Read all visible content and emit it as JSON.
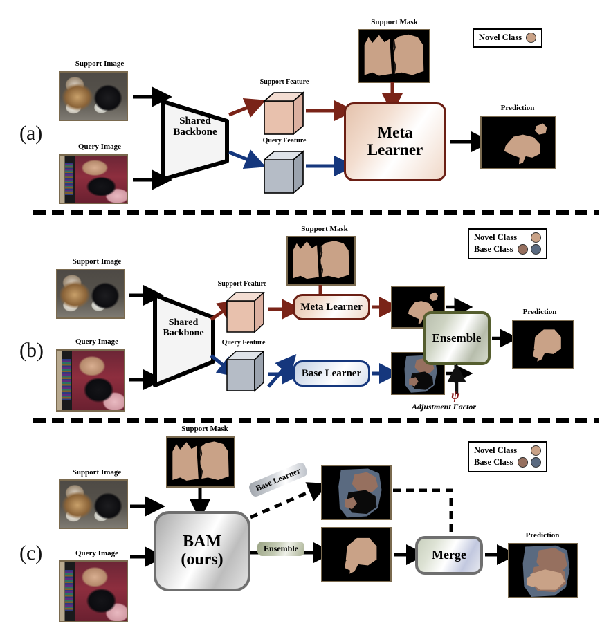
{
  "figure": {
    "panels": [
      {
        "id": "a",
        "label": "(a)",
        "captions": {
          "support_image": "Support Image",
          "query_image": "Query Image",
          "support_feature": "Support Feature",
          "query_feature": "Query Feature",
          "support_mask": "Support Mask",
          "prediction": "Prediction"
        },
        "blocks": {
          "backbone_line1": "Shared",
          "backbone_line2": "Backbone",
          "meta_learner_line1": "Meta",
          "meta_learner_line2": "Learner"
        },
        "legend": {
          "rows": [
            {
              "label": "Novel Class",
              "swatches": [
                "#c9a287"
              ]
            }
          ]
        }
      },
      {
        "id": "b",
        "label": "(b)",
        "captions": {
          "support_image": "Support Image",
          "query_image": "Query Image",
          "support_feature": "Support Feature",
          "query_feature": "Query Feature",
          "support_mask": "Support Mask",
          "prediction": "Prediction"
        },
        "blocks": {
          "backbone_line1": "Shared",
          "backbone_line2": "Backbone",
          "meta_learner": "Meta Learner",
          "base_learner": "Base Learner",
          "ensemble": "Ensemble"
        },
        "adjustment": {
          "symbol": "ψ",
          "label": "Adjustment Factor"
        },
        "legend": {
          "rows": [
            {
              "label": "Novel Class",
              "swatches": [
                "#c9a287"
              ]
            },
            {
              "label": "Base Class",
              "swatches": [
                "#96705f",
                "#5a6a80"
              ]
            }
          ]
        }
      },
      {
        "id": "c",
        "label": "(c)",
        "captions": {
          "support_image": "Support Image",
          "query_image": "Query Image",
          "support_mask": "Support Mask",
          "prediction": "Prediction"
        },
        "blocks": {
          "bam_line1": "BAM",
          "bam_line2": "(ours)",
          "merge": "Merge"
        },
        "arrow_labels": {
          "base_learner": "Base Learner",
          "ensemble": "Ensemble"
        },
        "legend": {
          "rows": [
            {
              "label": "Novel Class",
              "swatches": [
                "#c9a287"
              ]
            },
            {
              "label": "Base Class",
              "swatches": [
                "#96705f",
                "#5a6a80"
              ]
            }
          ]
        }
      }
    ]
  },
  "colors": {
    "novel_class": "#c9a287",
    "base_class_person": "#5a6a80",
    "base_class_cat": "#96705f",
    "mask_background": "#000000",
    "meta_border": "#6b1f14",
    "base_border": "#15377d",
    "ensemble_border": "#555e2f",
    "bam_border": "#6f6f6f",
    "support_arrow": "#7a2418",
    "query_arrow": "#15377d",
    "plain_arrow": "#000000",
    "psi_color": "#8b1a1a",
    "photo_frame": "#7a6a4f"
  },
  "icons": {
    "support_cube": "cube-3d-support",
    "query_cube": "cube-3d-query",
    "backbone_shape": "trapezoid",
    "divider": "dashed-horizontal-rule"
  }
}
